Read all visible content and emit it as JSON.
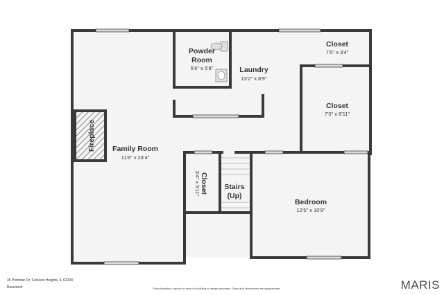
{
  "colors": {
    "wall": "#3a3a3a",
    "floor": "#f4f4f4",
    "window": "#dcdcdc",
    "background": "#ffffff"
  },
  "rooms": {
    "powder": {
      "name_line1": "Powder",
      "name_line2": "Room",
      "dims": "5'6\" x 5'8\""
    },
    "laundry": {
      "name": "Laundry",
      "dims": "13'2\" x 8'9\""
    },
    "closet_top": {
      "name": "Closet",
      "dims": "7'0\" x 3'4\""
    },
    "closet_mid": {
      "name": "Closet",
      "dims": "7'0\" x 8'11\""
    },
    "family": {
      "name": "Family Room",
      "dims": "11'6\" x 24'4\""
    },
    "fireplace": {
      "name": "Fireplace"
    },
    "closet_small": {
      "name": "Closet",
      "dims": "3'4\" x 5'11\""
    },
    "stairs": {
      "name": "Stairs",
      "sub": "(Up)"
    },
    "bedroom": {
      "name": "Bedroom",
      "dims": "12'5\" x 10'9\""
    }
  },
  "footer": {
    "address": "39 Potomac Dr, Fairview Heights, IL 62208",
    "level": "Basement",
    "disclaimer": "Floor plans/tour cannot be used for building or design purposes. Sizes and dimensions are approximate.",
    "brand": "MARIS"
  }
}
